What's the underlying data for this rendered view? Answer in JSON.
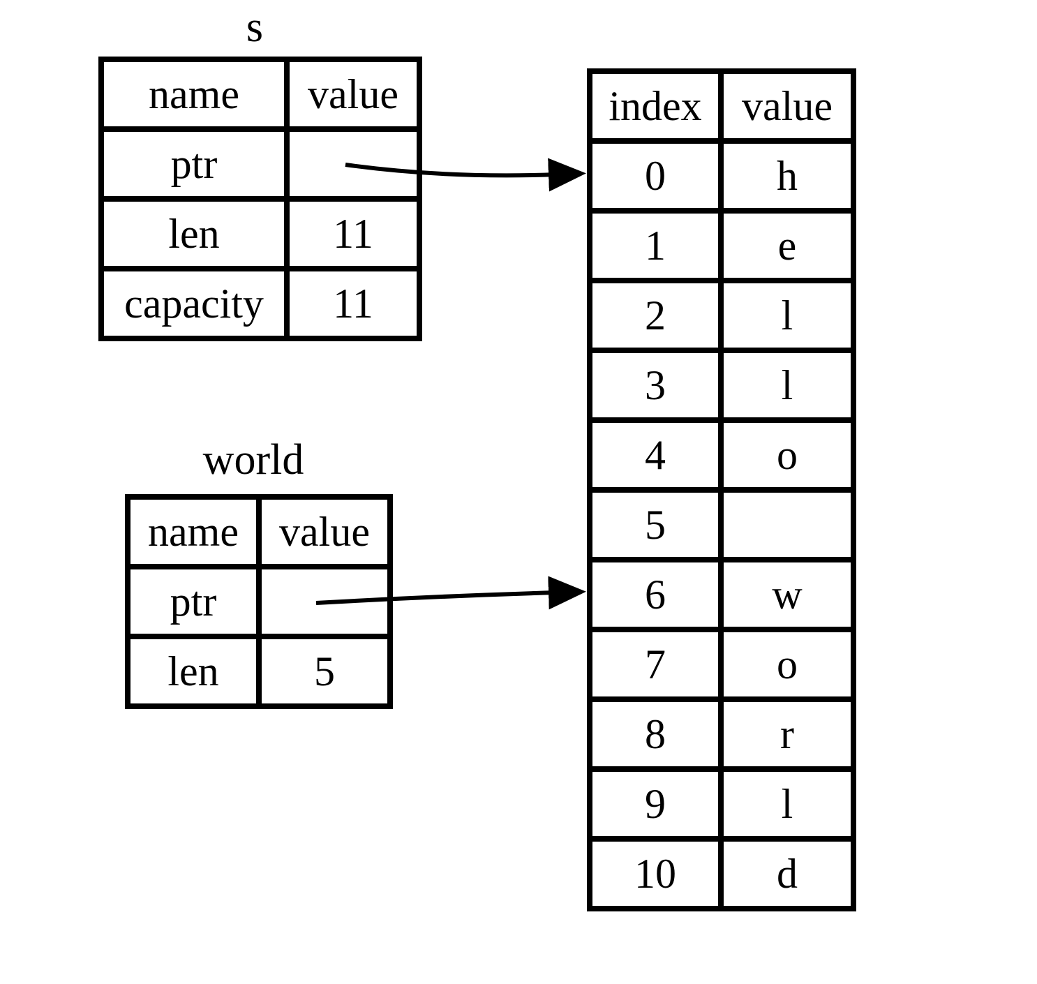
{
  "colors": {
    "line": "#000000",
    "background": "#ffffff"
  },
  "s_table": {
    "title": "s",
    "headers": {
      "col1": "name",
      "col2": "value"
    },
    "rows": [
      {
        "name": "ptr",
        "value": ""
      },
      {
        "name": "len",
        "value": "11"
      },
      {
        "name": "capacity",
        "value": "11"
      }
    ]
  },
  "world_table": {
    "title": "world",
    "headers": {
      "col1": "name",
      "col2": "value"
    },
    "rows": [
      {
        "name": "ptr",
        "value": ""
      },
      {
        "name": "len",
        "value": "5"
      }
    ]
  },
  "heap_table": {
    "headers": {
      "col1": "index",
      "col2": "value"
    },
    "rows": [
      {
        "index": "0",
        "value": "h"
      },
      {
        "index": "1",
        "value": "e"
      },
      {
        "index": "2",
        "value": "l"
      },
      {
        "index": "3",
        "value": "l"
      },
      {
        "index": "4",
        "value": "o"
      },
      {
        "index": "5",
        "value": ""
      },
      {
        "index": "6",
        "value": "w"
      },
      {
        "index": "7",
        "value": "o"
      },
      {
        "index": "8",
        "value": "r"
      },
      {
        "index": "9",
        "value": "l"
      },
      {
        "index": "10",
        "value": "d"
      }
    ]
  },
  "arrows": [
    {
      "name": "s-ptr-arrow",
      "from": "s.ptr",
      "to": "heap.index-0"
    },
    {
      "name": "world-ptr-arrow",
      "from": "world.ptr",
      "to": "heap.index-6"
    }
  ]
}
